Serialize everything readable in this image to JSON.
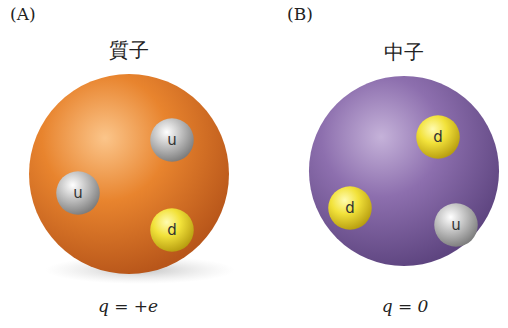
{
  "diagram": {
    "nodes": [
      {
        "text": [
          "質子"
        ]
      },
      {
        "text": [
          "u"
        ],
        "in": 0
      },
      {
        "text": [
          "u"
        ],
        "in": 0
      },
      {
        "text": [
          "d"
        ],
        "in": 0
      },
      {
        "text": [
          "中子"
        ]
      },
      {
        "text": [
          "d"
        ],
        "in": 4
      },
      {
        "text": [
          "d"
        ],
        "in": 4
      },
      {
        "text": [
          "u"
        ],
        "in": 4
      }
    ],
    "labels": [
      "(A)",
      "(B)",
      "q = +e",
      "q = 0"
    ]
  }
}
